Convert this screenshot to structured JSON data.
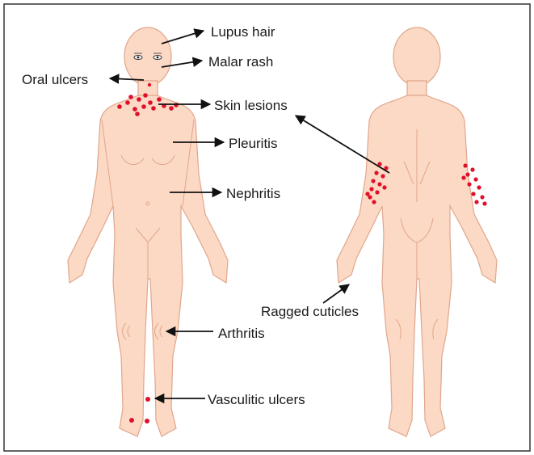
{
  "labels": {
    "lupus_hair": "Lupus hair",
    "malar_rash": "Malar rash",
    "oral_ulcers": "Oral ulcers",
    "skin_lesions": "Skin lesions",
    "pleuritis": "Pleuritis",
    "nephritis": "Nephritis",
    "ragged_cuticles": "Ragged cuticles",
    "arthritis": "Arthritis",
    "vasculitic_ulcers": "Vasculitic ulcers"
  },
  "colors": {
    "skin": "#fcd9c4",
    "outline": "#e0a68c",
    "lesion": "#e0102a",
    "arrow": "#111111",
    "frame": "#333333"
  }
}
